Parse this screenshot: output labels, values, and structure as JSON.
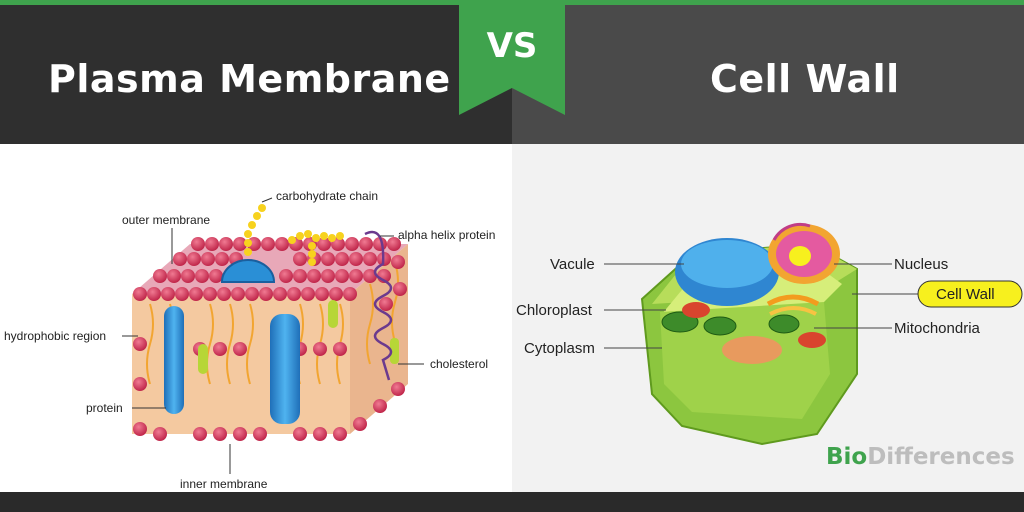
{
  "header": {
    "left_title": "Plasma Membrane",
    "vs": "VS",
    "right_title": "Cell Wall"
  },
  "plasma_membrane_labels": {
    "carbohydrate_chain": "carbohydrate chain",
    "outer_membrane": "outer membrane",
    "alpha_helix_protein": "alpha helix protein",
    "hydrophobic_region": "hydrophobic region",
    "cholesterol": "cholesterol",
    "protein": "protein",
    "inner_membrane": "inner membrane"
  },
  "cell_labels": {
    "vacule": "Vacule",
    "chloroplast": "Chloroplast",
    "cytoplasm": "Cytoplasm",
    "nucleus": "Nucleus",
    "cell_wall": "Cell Wall",
    "mitochondria": "Mitochondria"
  },
  "brand": {
    "part1": "Bio",
    "part2": "Differences"
  },
  "colors": {
    "accent_green": "#3fa34d",
    "header_left": "#2f2f2f",
    "header_right": "#4a4a4a",
    "phospholipid_head": "#d43a5a",
    "protein_blue": "#2a8fd6",
    "cell_wall_green": "#8cc63f",
    "highlight_yellow": "#f7f01e"
  }
}
